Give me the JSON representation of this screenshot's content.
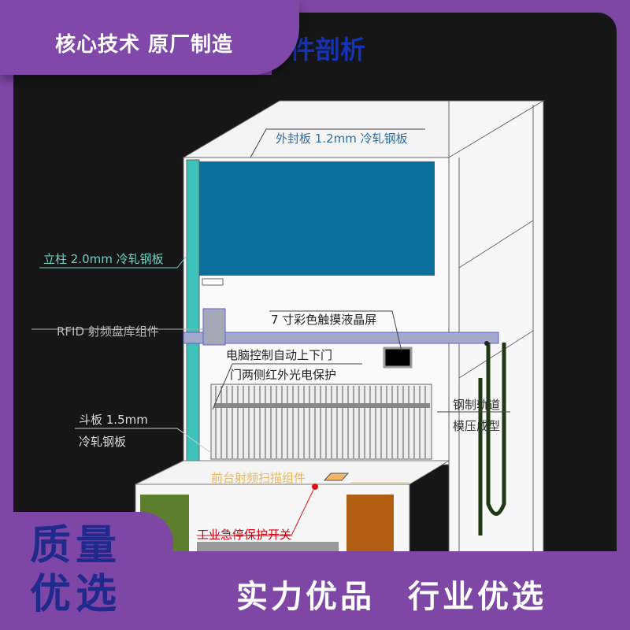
{
  "header": {
    "tab_text": "核心技术 原厂制造",
    "title_tail": "件剖析"
  },
  "labels": {
    "outer_panel": "外封板 1.2mm 冷轧钢板",
    "column": "立柱 2.0mm 冷轧钢板",
    "rfid": "RFID 射频盘库组件",
    "screen": "7 寸彩色触摸液晶屏",
    "door_line1": "电脑控制自动上下门",
    "door_line2": "门两侧红外光电保护",
    "tray_line1": "斗板 1.5mm",
    "tray_line2": "冷轧钢板",
    "rail_line1": "钢制轨道",
    "rail_line2": "模压成型",
    "scanner": "前台射频扫描组件",
    "estop": "工业急停保护开关"
  },
  "badge": {
    "text": "质量优选"
  },
  "banner": {
    "left": "实力优品",
    "right": "行业优选"
  },
  "colors": {
    "purple": "#7e47a6",
    "panel": "#161616",
    "blue_panel": "#0a6f9a",
    "teal": "#3cc2b8"
  }
}
